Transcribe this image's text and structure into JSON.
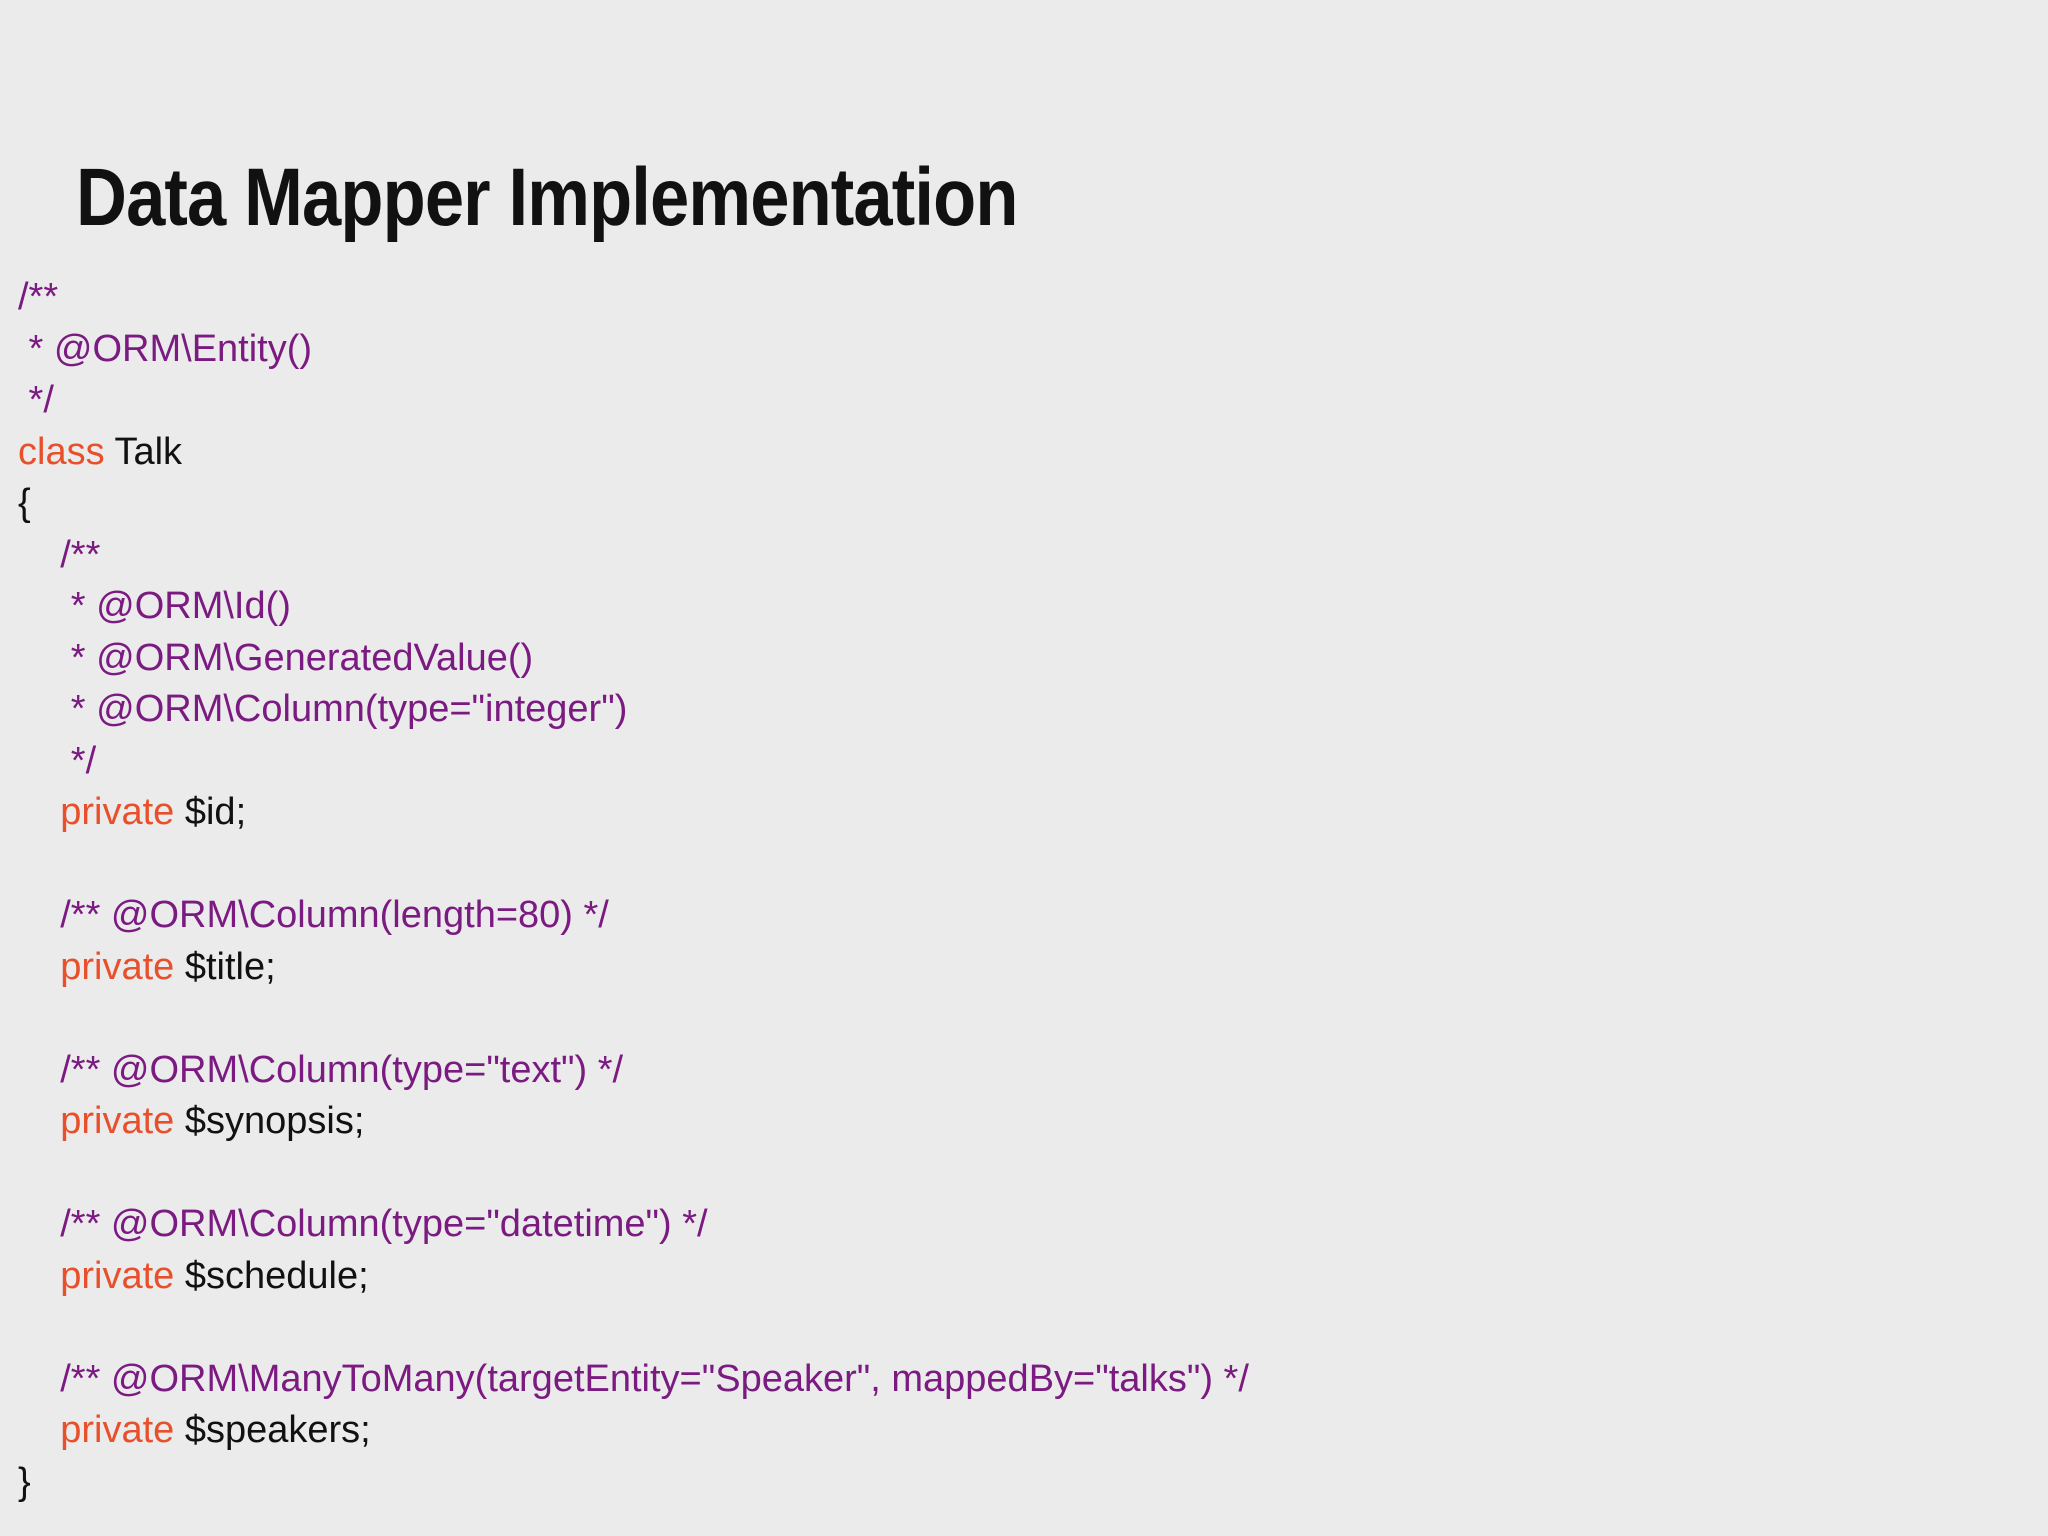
{
  "slide": {
    "title": "Data Mapper Implementation",
    "background_color": "#ebebec"
  },
  "colors": {
    "comment": "#7b1b82",
    "keyword": "#e8502b",
    "plain": "#111111",
    "background": "#ebebec",
    "title": "#111111"
  },
  "code": {
    "language": "php",
    "lines": [
      {
        "segments": [
          {
            "text": "/**",
            "type": "comment"
          }
        ]
      },
      {
        "segments": [
          {
            "text": " * @ORM\\Entity()",
            "type": "comment"
          }
        ]
      },
      {
        "segments": [
          {
            "text": " */",
            "type": "comment"
          }
        ]
      },
      {
        "segments": [
          {
            "text": "class",
            "type": "keyword"
          },
          {
            "text": " Talk",
            "type": "plain"
          }
        ]
      },
      {
        "segments": [
          {
            "text": "{",
            "type": "plain"
          }
        ]
      },
      {
        "segments": [
          {
            "text": "    /**",
            "type": "comment"
          }
        ]
      },
      {
        "segments": [
          {
            "text": "     * @ORM\\Id()",
            "type": "comment"
          }
        ]
      },
      {
        "segments": [
          {
            "text": "     * @ORM\\GeneratedValue()",
            "type": "comment"
          }
        ]
      },
      {
        "segments": [
          {
            "text": "     * @ORM\\Column(type=\"integer\")",
            "type": "comment"
          }
        ]
      },
      {
        "segments": [
          {
            "text": "     */",
            "type": "comment"
          }
        ]
      },
      {
        "segments": [
          {
            "text": "    ",
            "type": "plain"
          },
          {
            "text": "private",
            "type": "keyword"
          },
          {
            "text": " $id;",
            "type": "plain"
          }
        ]
      },
      {
        "segments": [
          {
            "text": " ",
            "type": "blank"
          }
        ]
      },
      {
        "segments": [
          {
            "text": "    /** @ORM\\Column(length=80) */",
            "type": "comment"
          }
        ]
      },
      {
        "segments": [
          {
            "text": "    ",
            "type": "plain"
          },
          {
            "text": "private",
            "type": "keyword"
          },
          {
            "text": " $title;",
            "type": "plain"
          }
        ]
      },
      {
        "segments": [
          {
            "text": " ",
            "type": "blank"
          }
        ]
      },
      {
        "segments": [
          {
            "text": "    /** @ORM\\Column(type=\"text\") */",
            "type": "comment"
          }
        ]
      },
      {
        "segments": [
          {
            "text": "    ",
            "type": "plain"
          },
          {
            "text": "private",
            "type": "keyword"
          },
          {
            "text": " $synopsis;",
            "type": "plain"
          }
        ]
      },
      {
        "segments": [
          {
            "text": " ",
            "type": "blank"
          }
        ]
      },
      {
        "segments": [
          {
            "text": "    /** @ORM\\Column(type=\"datetime\") */",
            "type": "comment"
          }
        ]
      },
      {
        "segments": [
          {
            "text": "    ",
            "type": "plain"
          },
          {
            "text": "private",
            "type": "keyword"
          },
          {
            "text": " $schedule;",
            "type": "plain"
          }
        ]
      },
      {
        "segments": [
          {
            "text": " ",
            "type": "blank"
          }
        ]
      },
      {
        "segments": [
          {
            "text": "    /** @ORM\\ManyToMany(targetEntity=\"Speaker\", mappedBy=\"talks\") */",
            "type": "comment"
          }
        ]
      },
      {
        "segments": [
          {
            "text": "    ",
            "type": "plain"
          },
          {
            "text": "private",
            "type": "keyword"
          },
          {
            "text": " $speakers;",
            "type": "plain"
          }
        ]
      },
      {
        "segments": [
          {
            "text": "}",
            "type": "plain"
          }
        ]
      }
    ]
  }
}
